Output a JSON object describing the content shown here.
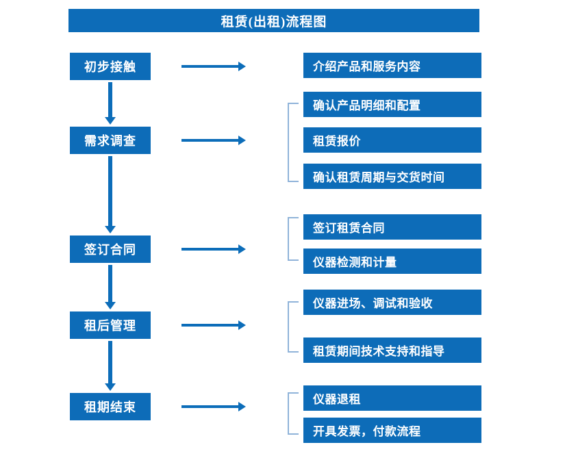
{
  "diagram": {
    "title": "租赁(出租)流程图",
    "accent_color": "#0d6cb8",
    "bracket_color": "#8fb3d9",
    "text_color": "#ffffff",
    "background_color": "#ffffff"
  },
  "stages": [
    {
      "label": "初步接触"
    },
    {
      "label": "需求调查"
    },
    {
      "label": "签订合同"
    },
    {
      "label": "租后管理"
    },
    {
      "label": "租期结束"
    }
  ],
  "details": [
    {
      "label": "介绍产品和服务内容"
    },
    {
      "label": "确认产品明细和配置"
    },
    {
      "label": "租赁报价"
    },
    {
      "label": "确认租赁周期与交货时间"
    },
    {
      "label": "签订租赁合同"
    },
    {
      "label": "仪器检测和计量"
    },
    {
      "label": "仪器进场、调试和验收"
    },
    {
      "label": "租赁期间技术支持和指导"
    },
    {
      "label": "仪器退租"
    },
    {
      "label": "开具发票，付款流程"
    }
  ]
}
